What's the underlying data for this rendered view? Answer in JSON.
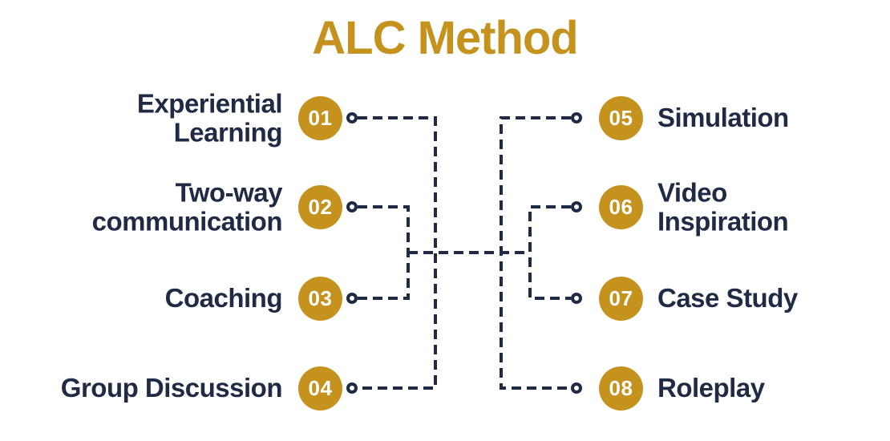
{
  "title": "ALC Method",
  "colors": {
    "gold": "#C5931D",
    "navy": "#1F2A44",
    "background": "#FFFFFF",
    "badge_text": "#FFFFFF"
  },
  "items": [
    {
      "number": "01",
      "label": "Experiential Learning",
      "side": "left"
    },
    {
      "number": "02",
      "label": "Two-way communication",
      "side": "left"
    },
    {
      "number": "03",
      "label": "Coaching",
      "side": "left"
    },
    {
      "number": "04",
      "label": "Group Discussion",
      "side": "left"
    },
    {
      "number": "05",
      "label": "Simulation",
      "side": "right"
    },
    {
      "number": "06",
      "label": "Video Inspiration",
      "side": "right"
    },
    {
      "number": "07",
      "label": "Case Study",
      "side": "right"
    },
    {
      "number": "08",
      "label": "Roleplay",
      "side": "right"
    }
  ]
}
